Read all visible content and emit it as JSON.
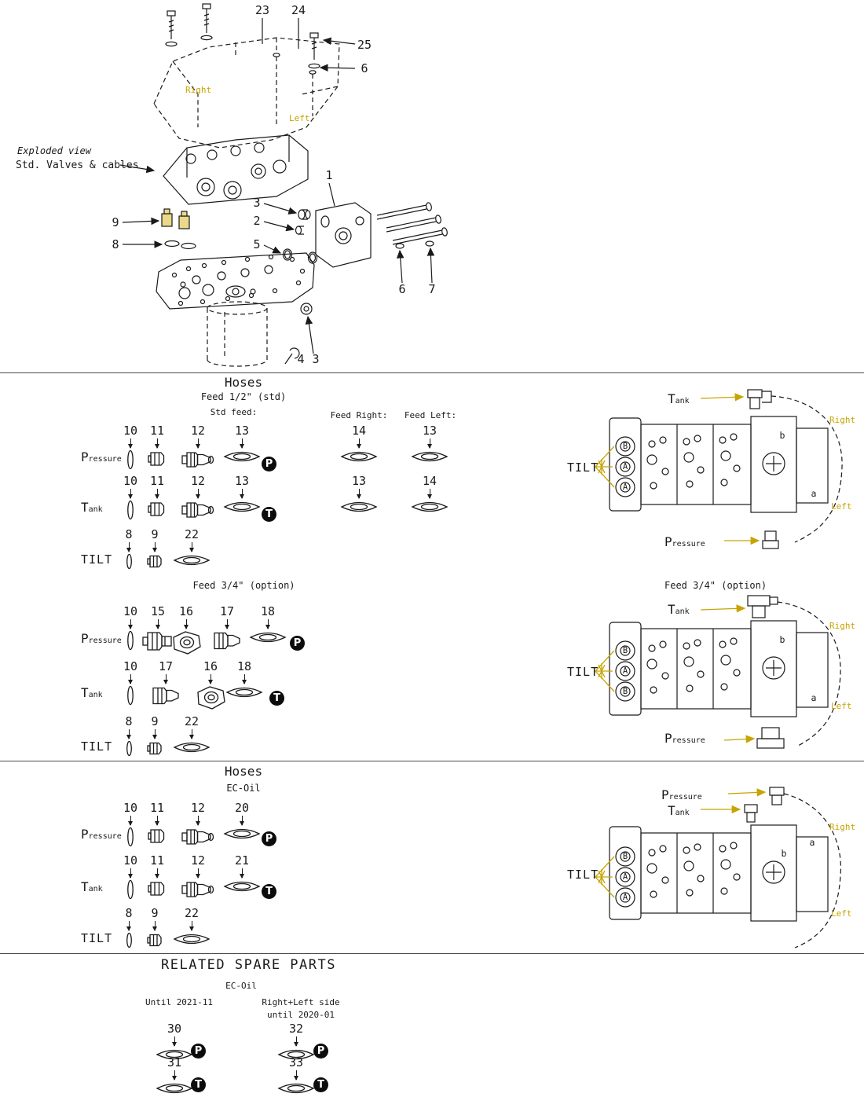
{
  "colors": {
    "accent": "#c7a400",
    "ink": "#1a1a1a"
  },
  "exploded": {
    "view_label": "Exploded view",
    "title": "Std. Valves & cables",
    "right": "Right",
    "left": "Left",
    "callouts": {
      "n23": "23",
      "n24": "24",
      "n25": "25",
      "n6_top": "6",
      "n1": "1",
      "n3_mid": "3",
      "n2": "2",
      "n5": "5",
      "n9": "9",
      "n8": "8",
      "n6_bot": "6",
      "n7": "7",
      "n4": "4",
      "n3_bot": "3"
    }
  },
  "hoses_std": {
    "title": "Hoses",
    "subtitle": "Feed 1/2\" (std)",
    "std_feed_label": "Std feed:",
    "feed_right_label": "Feed Right:",
    "feed_left_label": "Feed Left:",
    "pressure": {
      "big": "P",
      "small": "ressure",
      "badge": "P",
      "n1": "10",
      "n2": "11",
      "n3": "12",
      "n4": "13"
    },
    "tank": {
      "big": "T",
      "small": "ank",
      "badge": "T",
      "n1": "10",
      "n2": "11",
      "n3": "12",
      "n4": "13"
    },
    "tilt": {
      "label": "TILT",
      "n1": "8",
      "n2": "9",
      "n3": "22"
    },
    "feed_right_row1": "14",
    "feed_left_row1": "13",
    "feed_right_row2": "13",
    "feed_left_row2": "14"
  },
  "hoses_opt": {
    "subtitle": "Feed 3/4\" (option)",
    "pressure": {
      "big": "P",
      "small": "ressure",
      "badge": "P",
      "n1": "10",
      "n2": "15",
      "n3": "16",
      "n4": "17",
      "n5": "18"
    },
    "tank": {
      "big": "T",
      "small": "ank",
      "badge": "T",
      "n1": "10",
      "n2": "17",
      "n3": "16",
      "n4": "18"
    },
    "tilt": {
      "label": "TILT",
      "n1": "8",
      "n2": "9",
      "n3": "22"
    }
  },
  "hoses_ecoil": {
    "title": "Hoses",
    "subtitle": "EC-Oil",
    "pressure": {
      "big": "P",
      "small": "ressure",
      "badge": "P",
      "n1": "10",
      "n2": "11",
      "n3": "12",
      "n4": "20"
    },
    "tank": {
      "big": "T",
      "small": "ank",
      "badge": "T",
      "n1": "10",
      "n2": "11",
      "n3": "12",
      "n4": "21"
    },
    "tilt": {
      "label": "TILT",
      "n1": "8",
      "n2": "9",
      "n3": "22"
    }
  },
  "diagram_std": {
    "tank_big": "T",
    "tank_small": "ank",
    "pressure_big": "P",
    "pressure_small": "ressure",
    "tilt": "TILT",
    "right": "Right",
    "left": "Left",
    "port1": "B",
    "port2": "A",
    "port3": "A",
    "letter_b": "b",
    "letter_a": "a"
  },
  "diagram_opt": {
    "title": "Feed 3/4\" (option)",
    "tank_big": "T",
    "tank_small": "ank",
    "pressure_big": "P",
    "pressure_small": "ressure",
    "tilt": "TILT",
    "right": "Right",
    "left": "Left",
    "port1": "B",
    "port2": "A",
    "port3": "B",
    "letter_b": "b",
    "letter_a": "a"
  },
  "diagram_ecoil": {
    "tank_big": "T",
    "tank_small": "ank",
    "pressure_big": "P",
    "pressure_small": "ressure",
    "tilt": "TILT",
    "right": "Right",
    "left": "Left",
    "port1": "B",
    "port2": "A",
    "port3": "A",
    "letter_b": "b",
    "letter_a": "a"
  },
  "spare": {
    "title": "RELATED SPARE PARTS",
    "subtitle": "EC-Oil",
    "col1_header": "Until 2021-11",
    "col2_header1": "Right+Left side",
    "col2_header2": "until 2020-01",
    "i30": {
      "num": "30",
      "badge": "P"
    },
    "i31": {
      "num": "31",
      "badge": "T"
    },
    "i32": {
      "num": "32",
      "badge": "P"
    },
    "i33": {
      "num": "33",
      "badge": "T"
    }
  }
}
